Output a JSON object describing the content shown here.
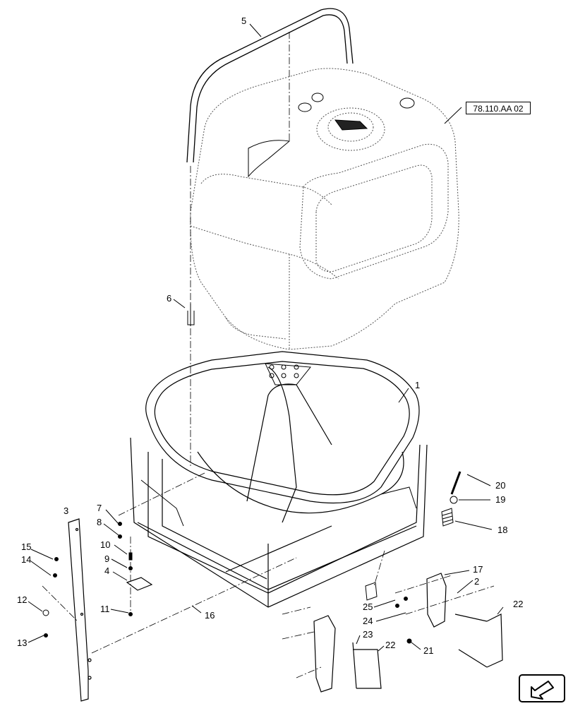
{
  "diagram": {
    "reference_label": "78.110.AA 02",
    "callouts": [
      "1",
      "2",
      "3",
      "4",
      "5",
      "6",
      "7",
      "8",
      "9",
      "10",
      "11",
      "12",
      "13",
      "14",
      "15",
      "16",
      "17",
      "18",
      "19",
      "20",
      "21",
      "22",
      "22",
      "23",
      "24",
      "25"
    ]
  },
  "nav": {
    "icon": "arrow-down-left-icon"
  },
  "colors": {
    "line": "#000000",
    "dotted": "#555555",
    "background": "#ffffff"
  }
}
